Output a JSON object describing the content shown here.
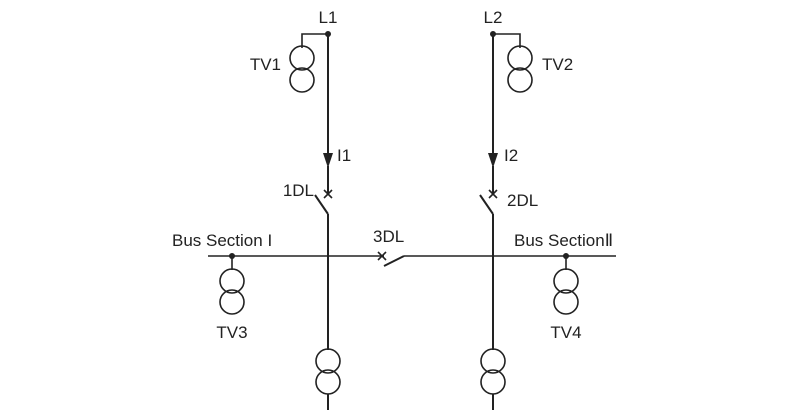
{
  "lines": {
    "left": "L1",
    "right": "L2"
  },
  "voltage_transformers": {
    "line1": "TV1",
    "line2": "TV2",
    "bus1": "TV3",
    "bus2": "TV4"
  },
  "currents": {
    "left": "I1",
    "right": "I2"
  },
  "breakers": {
    "left": "1DL",
    "right": "2DL",
    "bus_tie": "3DL"
  },
  "bus_sections": {
    "left": "Bus Section I",
    "right": "Bus SectionⅡ"
  },
  "colors": {
    "stroke": "#222222",
    "background": "#ffffff"
  }
}
